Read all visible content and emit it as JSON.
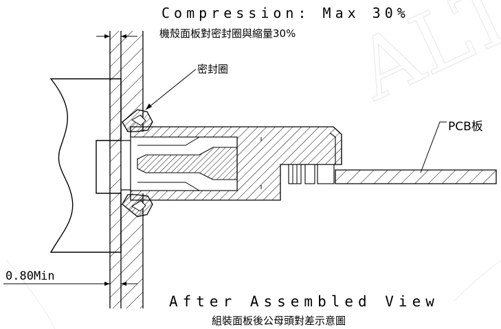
{
  "title_en": "Compression: Max 30%",
  "title_cn": "機殼面板對密封圈與縮量30%",
  "seal_label": "密封圈",
  "pcb_label": "PCB板",
  "dim_label": "0.80Min",
  "footer_en": "After Assembled View",
  "footer_cn": "組裝面板後公母頭對差示意圖",
  "watermark": "ALT"
}
